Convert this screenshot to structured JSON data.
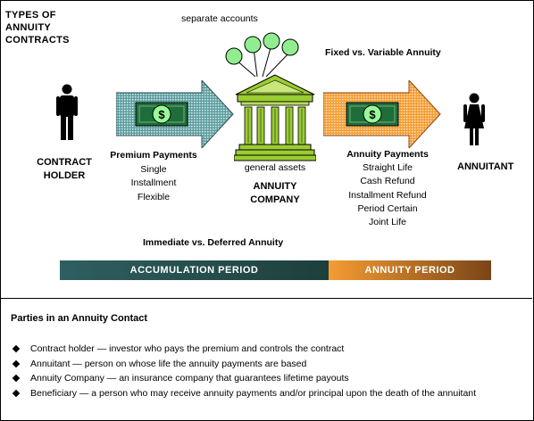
{
  "title_lines": [
    "TYPES OF",
    "ANNUITY",
    "CONTRACTS"
  ],
  "separate_accounts": "separate accounts",
  "fixed_vs_variable": "Fixed vs. Variable Annuity",
  "contract_holder": [
    "CONTRACT",
    "HOLDER"
  ],
  "premium": {
    "heading": "Premium Payments",
    "items": [
      "Single",
      "Installment",
      "Flexible"
    ]
  },
  "general_assets": "general assets",
  "annuity_company": [
    "ANNUITY",
    "COMPANY"
  ],
  "annuity_payments": {
    "heading": "Annuity Payments",
    "items": [
      "Straight Life",
      "Cash Refund",
      "Installment Refund",
      "Period Certain",
      "Joint Life"
    ]
  },
  "annuitant": "ANNUITANT",
  "immediate_vs_deferred": "Immediate vs. Deferred Annuity",
  "accumulation_period": "ACCUMULATION PERIOD",
  "annuity_period": "ANNUITY PERIOD",
  "parties_heading": "Parties in an Annuity Contact",
  "parties": [
    "Contract holder — investor who pays the premium and controls the contract",
    "Annuitant — person on whose life the annuity payments are based",
    "Annuity Company — an insurance company that guarantees lifetime payouts",
    "Beneficiary — a person who may receive annuity payments and/or principal upon the death of the annuitant"
  ],
  "dollar_symbol": "$",
  "colors": {
    "accumulation": "#2f5f60",
    "annuity": "#f59c33",
    "building": "#9acd32",
    "bill": "#1f6e3a",
    "balloon": "#90ee90"
  },
  "icons": [
    "man-icon",
    "woman-icon",
    "building-icon",
    "dollar-bill-icon",
    "balloon-icon",
    "arrow-icon"
  ]
}
